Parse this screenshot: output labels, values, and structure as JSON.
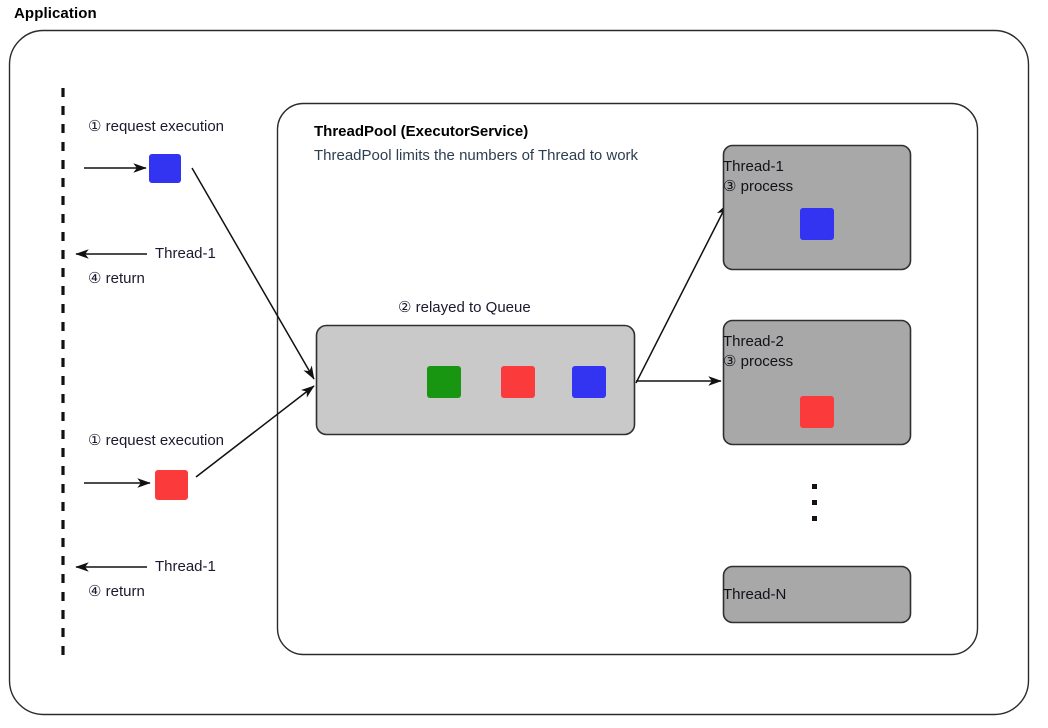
{
  "diagram": {
    "title": "Application",
    "colors": {
      "outer_border": "#2b2b2b",
      "inner_border": "#2b2b2b",
      "queue_fill": "#c9c9c9",
      "thread_fill": "#a8a8a8",
      "task_green": "#189612",
      "task_red": "#fb3b3b",
      "task_blue": "#3333f2",
      "arrow": "#111111",
      "text": "#14141e",
      "subtitle_text": "#2c3e50",
      "background": "#ffffff"
    },
    "threadpool": {
      "title": "ThreadPool (ExecutorService)",
      "subtitle": "ThreadPool limits the numbers of Thread to work"
    },
    "queue": {
      "caption": "② relayed to Queue",
      "tasks": [
        {
          "name": "task-green",
          "color": "#189612"
        },
        {
          "name": "task-red",
          "color": "#fb3b3b"
        },
        {
          "name": "task-blue",
          "color": "#3333f2"
        }
      ]
    },
    "client_flows": [
      {
        "request_label": "① request execution",
        "task_color": "#3333f2",
        "return_thread": "Thread-1",
        "return_label": "④ return"
      },
      {
        "request_label": "① request execution",
        "task_color": "#fb3b3b",
        "return_thread": "Thread-1",
        "return_label": "④ return"
      }
    ],
    "threads": [
      {
        "name": "Thread-1",
        "action": "③ process",
        "task_color": "#3333f2",
        "has_task": true
      },
      {
        "name": "Thread-2",
        "action": "③ process",
        "task_color": "#fb3b3b",
        "has_task": true
      },
      {
        "name": "Thread-N",
        "action": "",
        "task_color": "",
        "has_task": false
      }
    ],
    "ellipsis": "⋮"
  }
}
